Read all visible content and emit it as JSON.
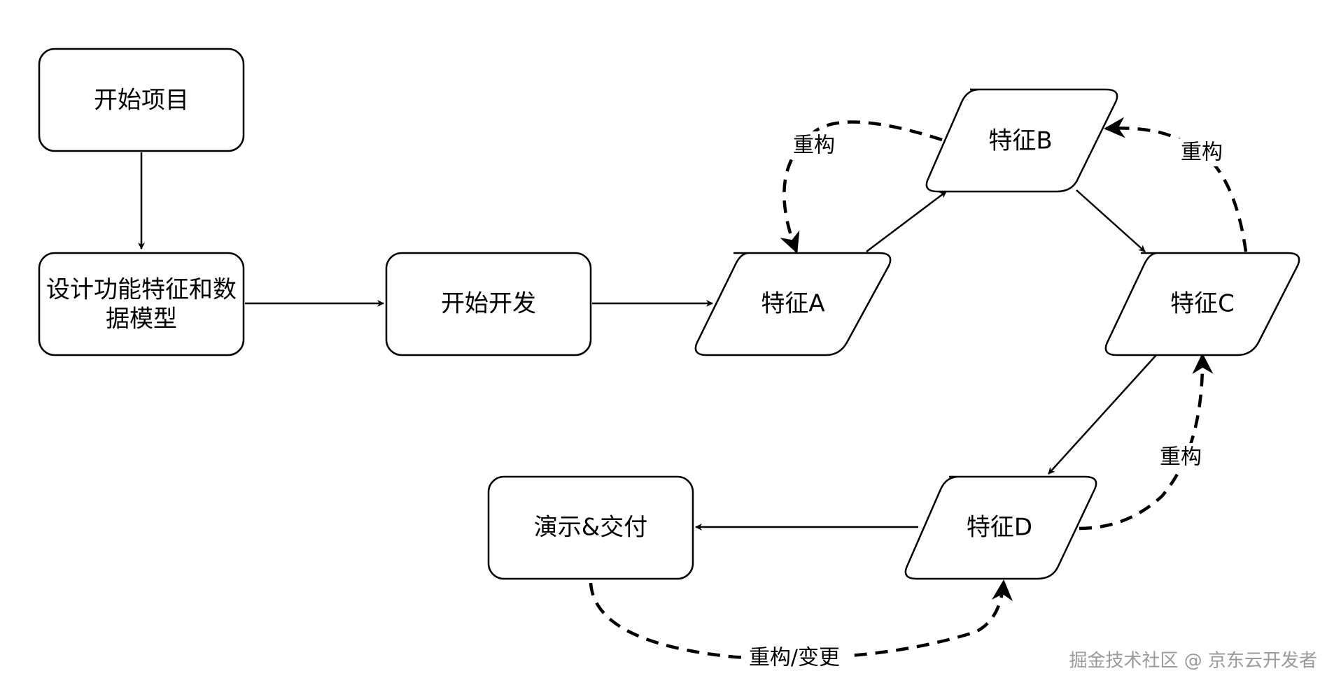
{
  "nodes": {
    "start_project": "开始项目",
    "design_features_line1": "设计功能特征和数",
    "design_features_line2": "据模型",
    "start_dev": "开始开发",
    "feature_a": "特征A",
    "feature_b": "特征B",
    "feature_c": "特征C",
    "feature_d": "特征D",
    "demo_delivery": "演示&交付"
  },
  "edge_labels": {
    "refactor_ab": "重构",
    "refactor_cb": "重构",
    "refactor_dc": "重构",
    "refactor_change": "重构/变更"
  },
  "watermark": "掘金技术社区 @ 京东云开发者"
}
